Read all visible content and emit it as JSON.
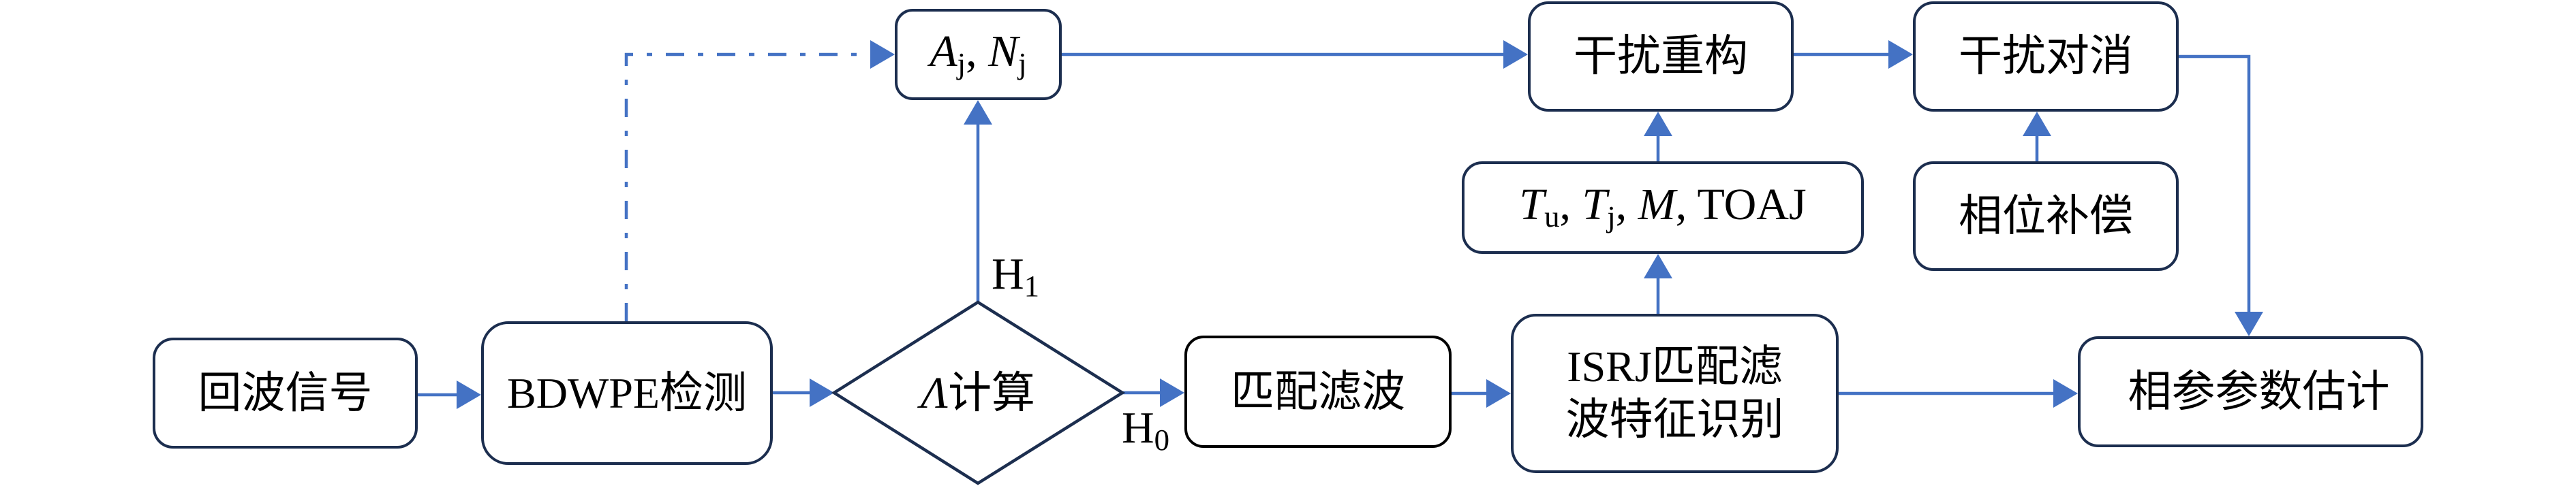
{
  "diagram": {
    "nodes": {
      "echo_signal": {
        "label": "回波信号"
      },
      "bdwpe_detection": {
        "label": "BDWPE检测"
      },
      "lambda_calc": {
        "symbol": "Λ",
        "label": "计算"
      },
      "aj_nj": {
        "terms": [
          {
            "base": "A",
            "sub": "j"
          },
          {
            "base": "N",
            "sub": "j"
          }
        ],
        "separator": ", "
      },
      "matched_filter": {
        "label": "匹配滤波"
      },
      "isrj_feature": {
        "lines": [
          "ISRJ匹配滤",
          "波特征识别"
        ]
      },
      "isrj_params": {
        "terms": [
          {
            "base": "T",
            "sub": "u"
          },
          {
            "base": "T",
            "sub": "j"
          },
          {
            "base": "M"
          },
          {
            "base": "TOAJ"
          }
        ],
        "separator": ", "
      },
      "jamming_reconstruction": {
        "label": "干扰重构"
      },
      "jamming_cancellation": {
        "label": "干扰对消"
      },
      "phase_compensation": {
        "label": "相位补偿"
      },
      "coherent_param_estimation": {
        "label": "相参参数估计"
      }
    },
    "edge_labels": {
      "h1": {
        "base": "H",
        "sub": "1"
      },
      "h0": {
        "base": "H",
        "sub": "0"
      }
    },
    "edges": [
      {
        "from": "echo_signal",
        "to": "bdwpe_detection",
        "style": "solid"
      },
      {
        "from": "bdwpe_detection",
        "to": "lambda_calc",
        "style": "solid"
      },
      {
        "from": "bdwpe_detection",
        "to": "aj_nj",
        "style": "dash-dot"
      },
      {
        "from": "lambda_calc",
        "to": "aj_nj",
        "style": "solid",
        "label": "h1"
      },
      {
        "from": "lambda_calc",
        "to": "matched_filter",
        "style": "solid",
        "label": "h0"
      },
      {
        "from": "aj_nj",
        "to": "jamming_reconstruction",
        "style": "solid"
      },
      {
        "from": "matched_filter",
        "to": "isrj_feature",
        "style": "solid"
      },
      {
        "from": "isrj_feature",
        "to": "isrj_params",
        "style": "solid"
      },
      {
        "from": "isrj_params",
        "to": "jamming_reconstruction",
        "style": "solid"
      },
      {
        "from": "jamming_reconstruction",
        "to": "jamming_cancellation",
        "style": "solid"
      },
      {
        "from": "phase_compensation",
        "to": "jamming_cancellation",
        "style": "solid"
      },
      {
        "from": "jamming_cancellation",
        "to": "coherent_param_estimation",
        "style": "solid"
      },
      {
        "from": "isrj_feature",
        "to": "coherent_param_estimation",
        "style": "solid"
      }
    ],
    "colors": {
      "arrow": "#4472C4",
      "node_border": "#1C2E4F",
      "node_border_matched_filter": "#000000",
      "text": "#000000",
      "background": "#FFFFFF"
    }
  }
}
